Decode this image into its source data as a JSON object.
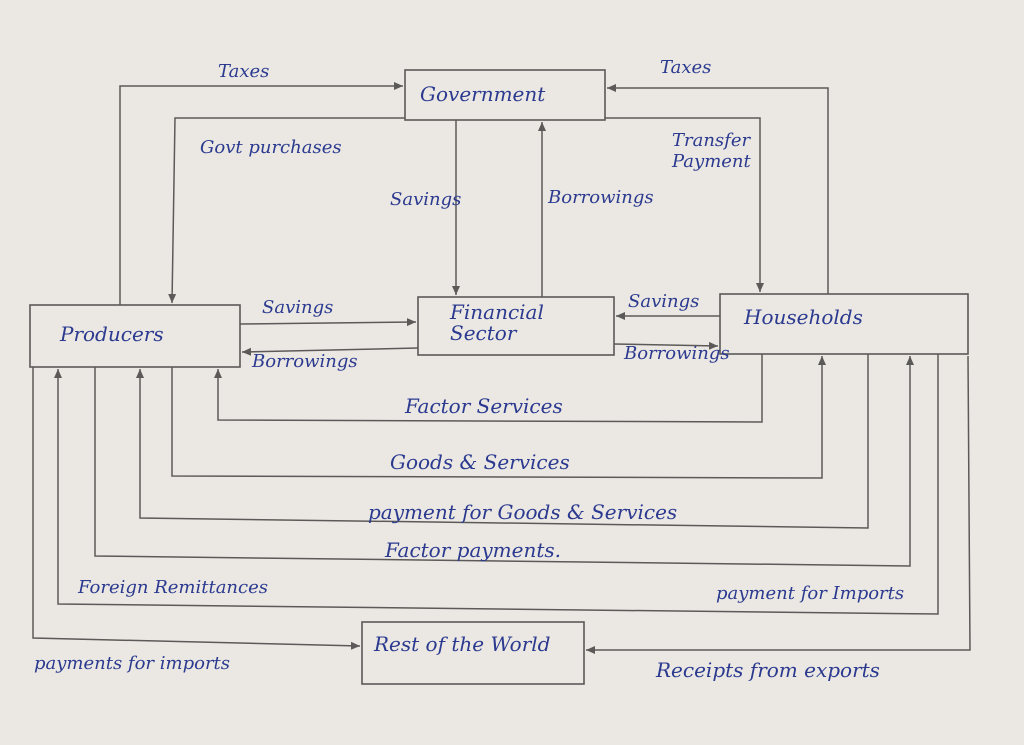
{
  "colors": {
    "paper": "#ebe8e4",
    "pencil": "#5c5a58",
    "ink": "#2b3a8f"
  },
  "nodes": {
    "government": "Government",
    "financial_sector": "Financial Sector",
    "producers": "Producers",
    "households": "Households",
    "rest_of_world": "Rest of the World"
  },
  "flows": {
    "taxes_left": "Taxes",
    "taxes_right": "Taxes",
    "govt_purchases": "Govt purchases",
    "transfer_payment": "Transfer Payment",
    "savings_to_govt": "Savings",
    "borrowings_from_govt": "Borrowings",
    "producer_savings": "Savings",
    "producer_borrowings": "Borrowings",
    "household_savings": "Savings",
    "household_borrowings": "Borrowings",
    "factor_services": "Factor Services",
    "goods_services": "Goods & Services",
    "payment_goods_services": "payment for Goods & Services",
    "factor_payments": "Factor payments.",
    "foreign_remittances": "Foreign Remittances",
    "payment_for_imports_right": "payment for Imports",
    "payments_for_imports_left": "payments for imports",
    "receipts_from_exports": "Receipts from exports"
  }
}
